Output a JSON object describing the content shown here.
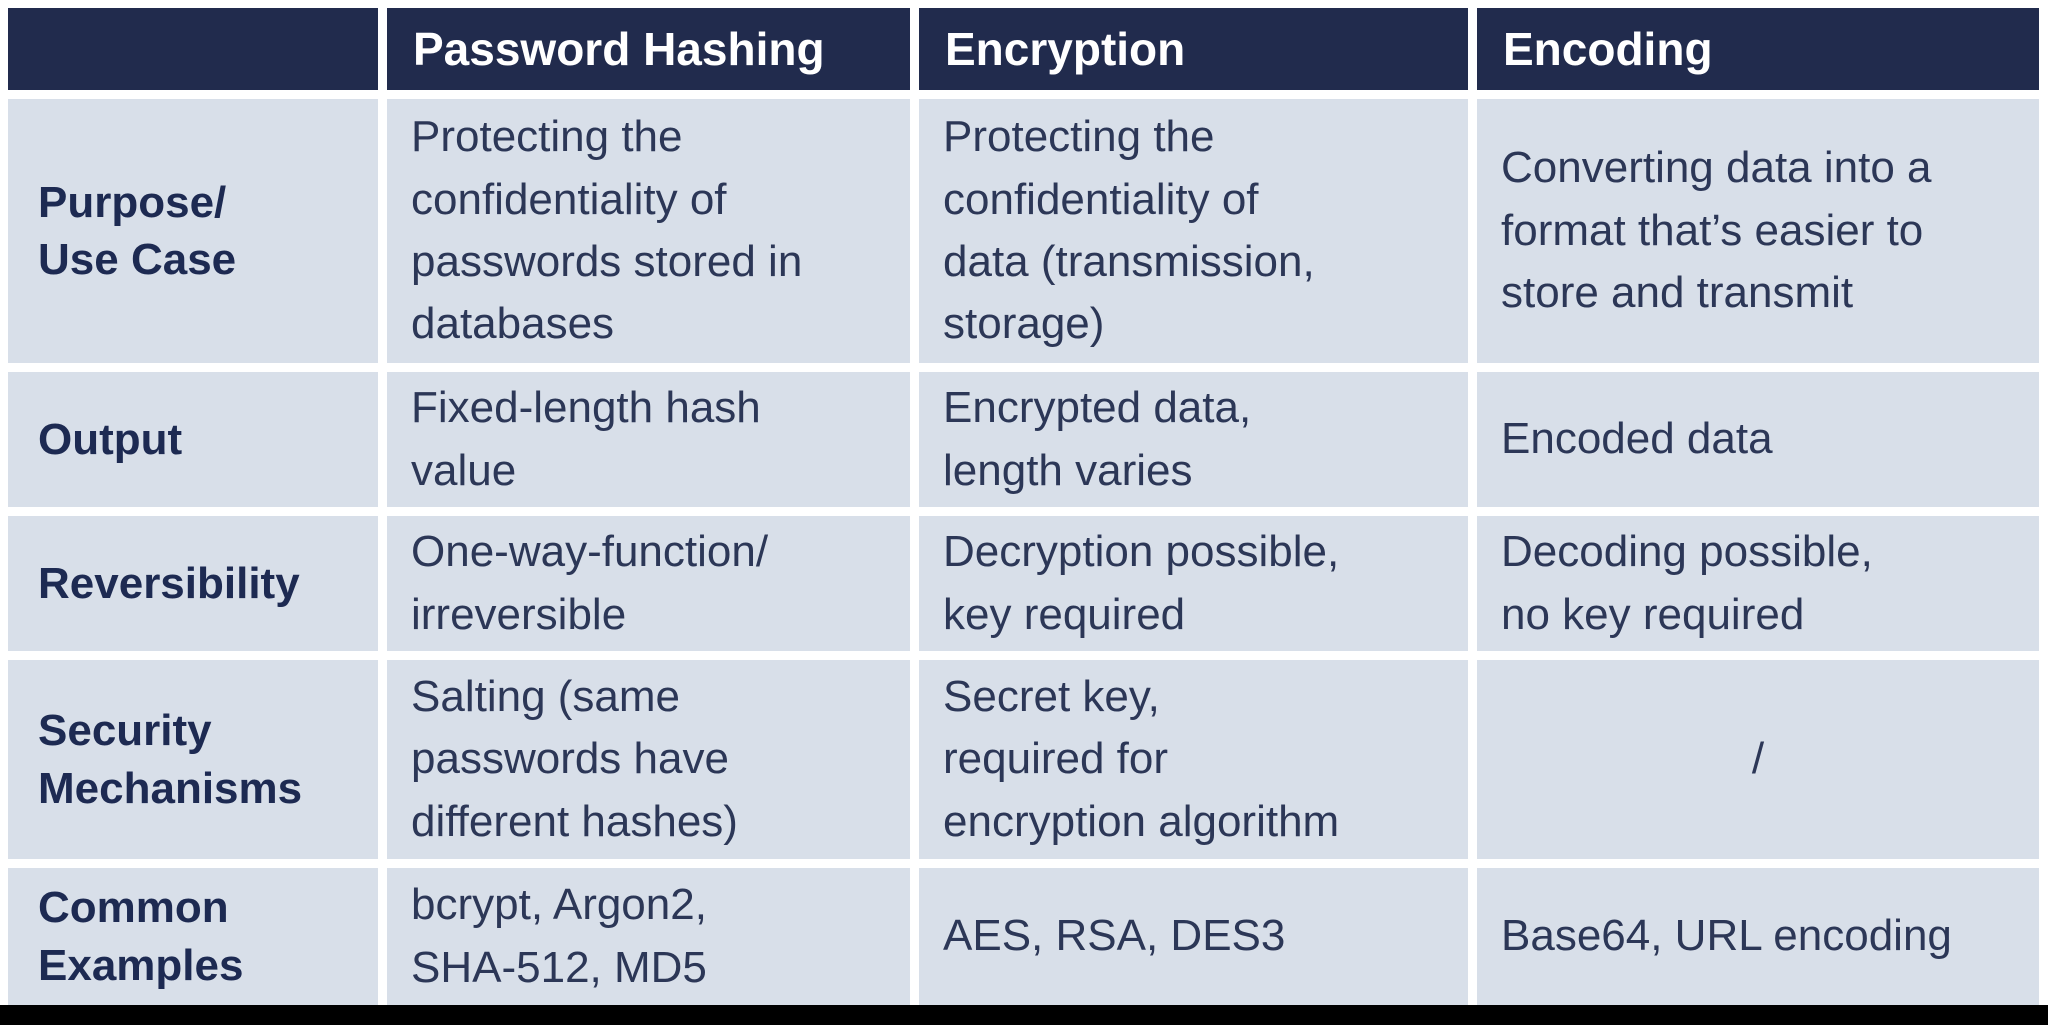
{
  "colors": {
    "header_bg": "#212b4d",
    "cell_bg": "#d8dfe9",
    "header_text": "#ffffff",
    "label_text": "#1d2a52",
    "body_text": "#2c3757",
    "gridline": "#ffffff",
    "bottom_bar": "#000000"
  },
  "table": {
    "column_headers": [
      "",
      "Password Hashing",
      "Encryption",
      "Encoding"
    ],
    "rows": [
      {
        "label": "Purpose/\nUse Case",
        "password_hashing": "Protecting the\nconfidentiality of\npasswords stored in\ndatabases",
        "encryption": "Protecting the\nconfidentiality of\ndata (transmission,\nstorage)",
        "encoding": "Converting data into a\nformat that’s easier to\nstore and transmit"
      },
      {
        "label": "Output",
        "password_hashing": "Fixed-length hash\nvalue",
        "encryption": "Encrypted data,\nlength varies",
        "encoding": "Encoded data"
      },
      {
        "label": "Reversibility",
        "password_hashing": "One-way-function/\nirreversible",
        "encryption": "Decryption possible,\nkey required",
        "encoding": "Decoding possible,\nno key required"
      },
      {
        "label": "Security\nMechanisms",
        "password_hashing": "Salting (same\npasswords have\ndifferent hashes)",
        "encryption": "Secret key,\nrequired for\nencryption algorithm",
        "encoding": "/"
      },
      {
        "label": "Common\nExamples",
        "password_hashing": "bcrypt, Argon2,\nSHA-512, MD5",
        "encryption": "AES, RSA, DES3",
        "encoding": "Base64, URL encoding"
      }
    ]
  }
}
